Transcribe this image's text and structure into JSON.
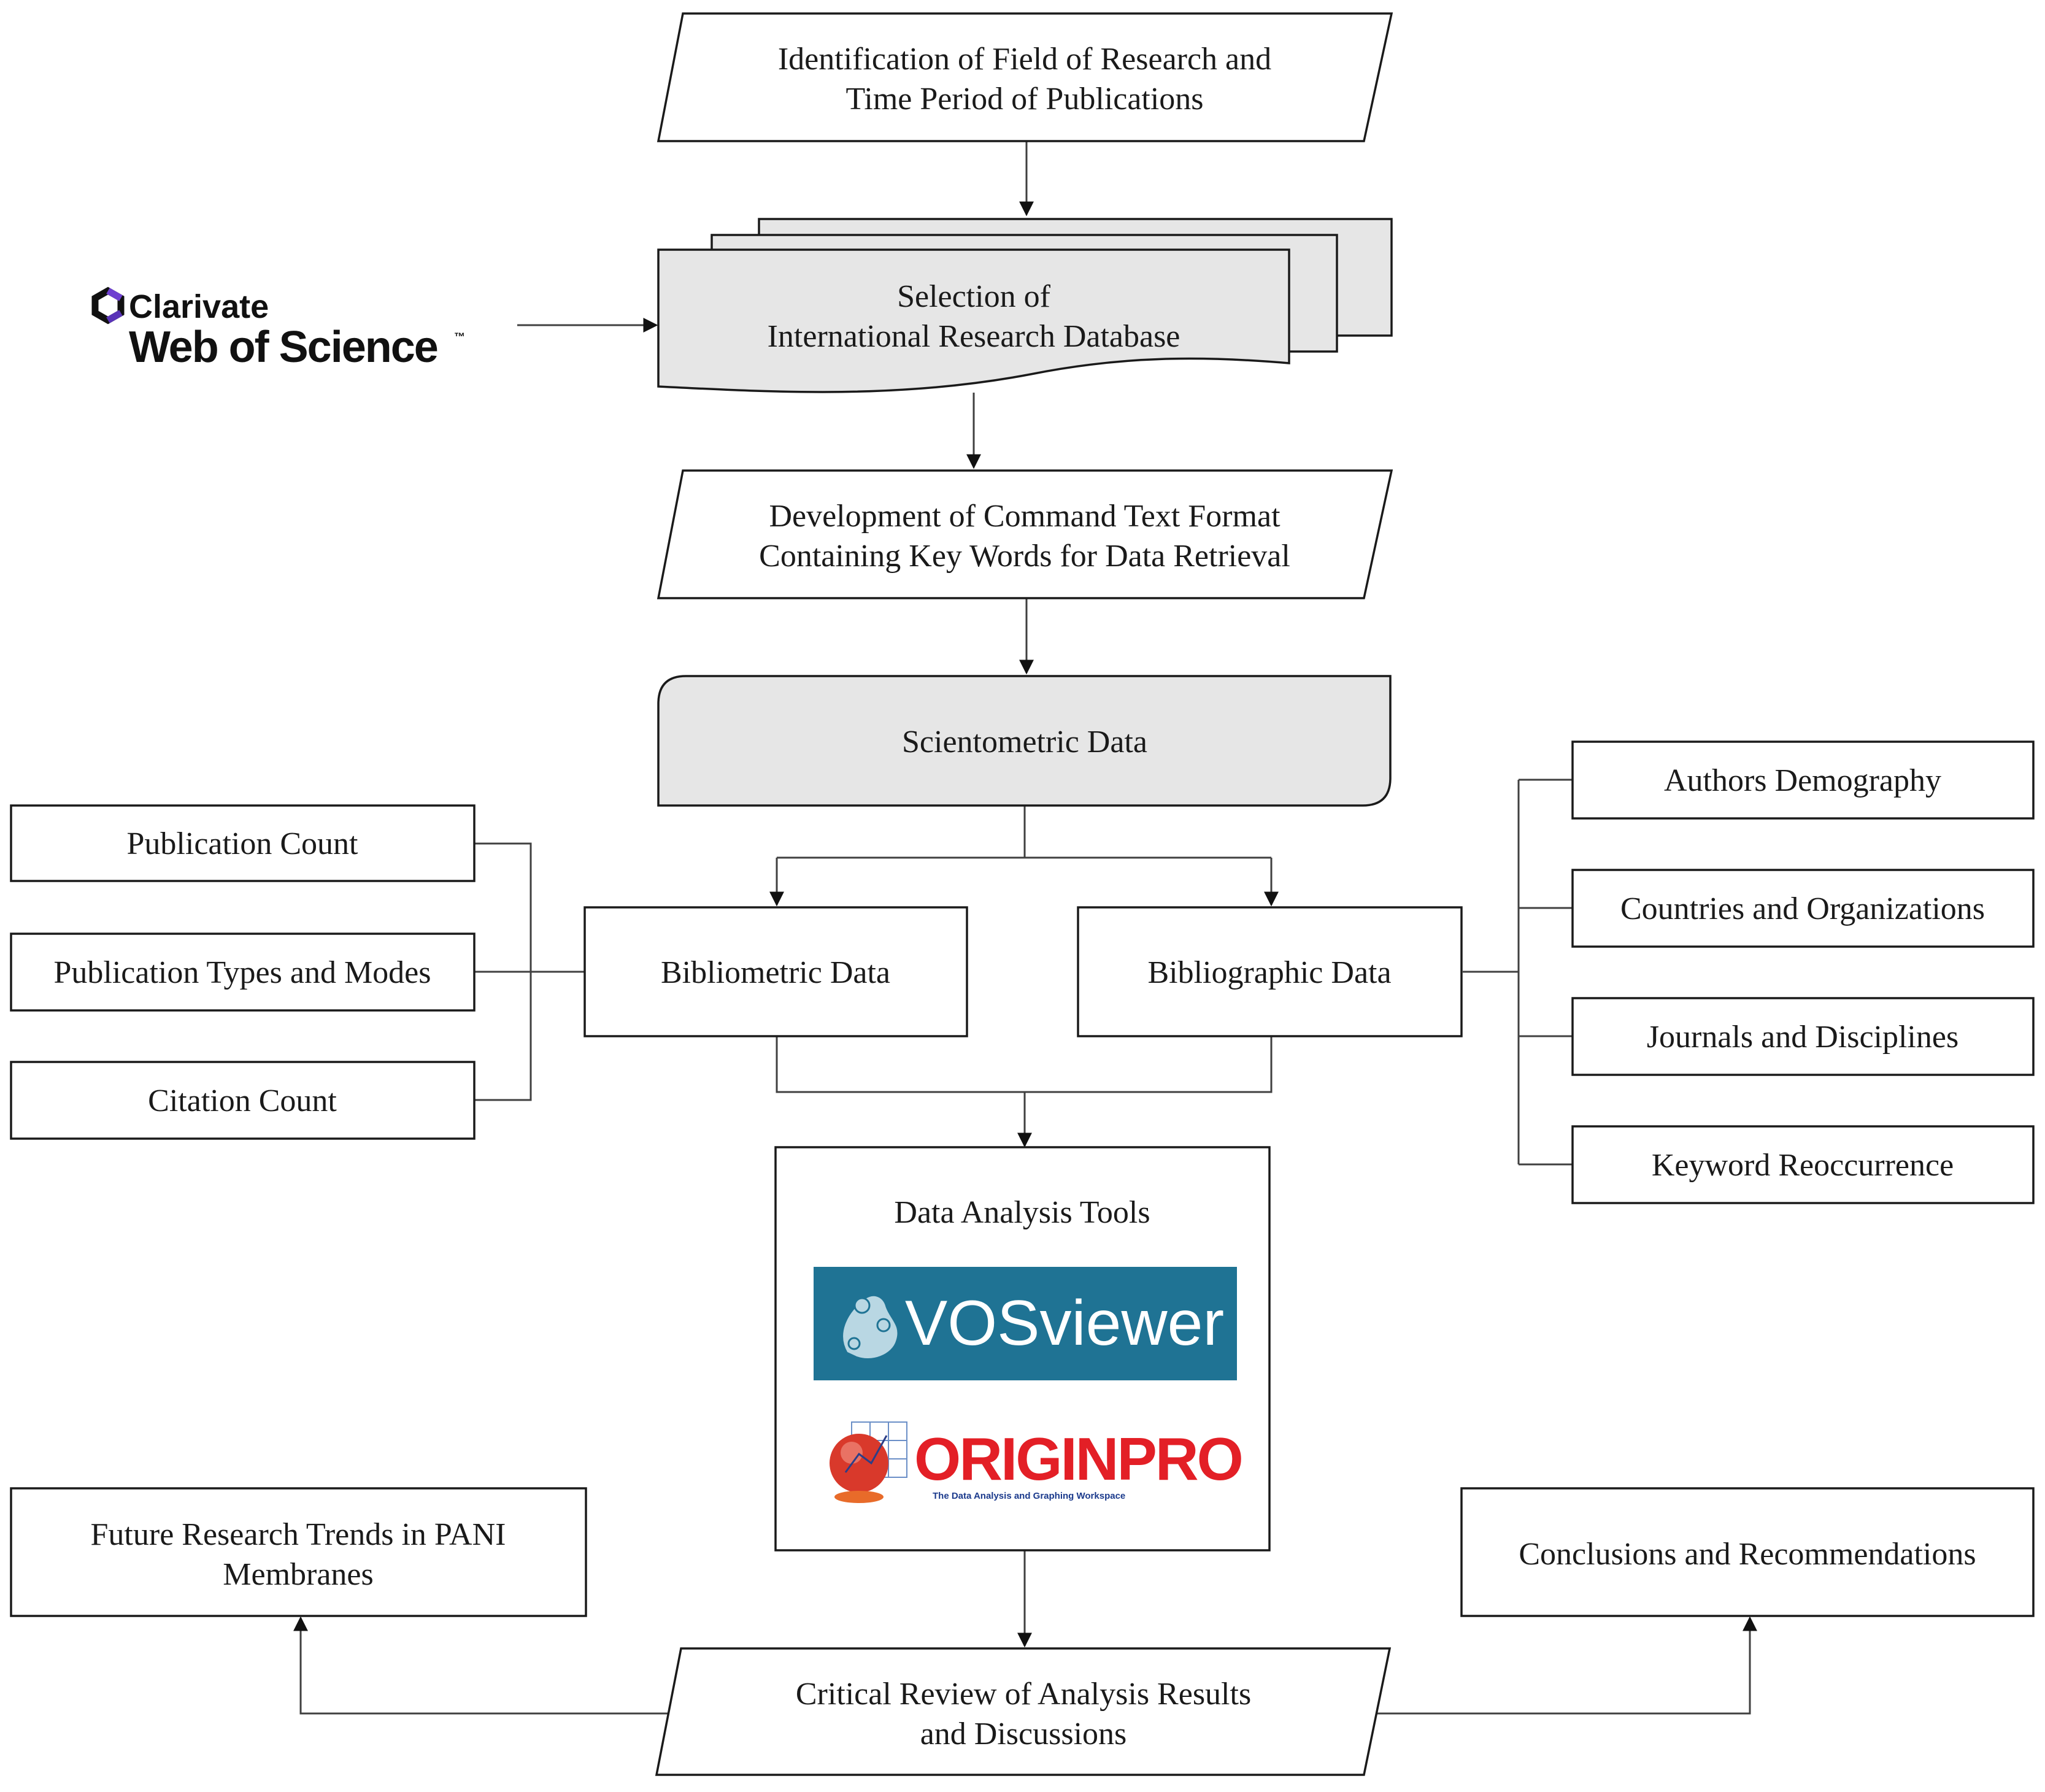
{
  "flowchart": {
    "identification": {
      "line1": "Identification  of Field of Research and",
      "line2": "Time Period of Publications"
    },
    "database_selection": {
      "line1": "Selection  of",
      "line2": "International Research Database"
    },
    "command_text": {
      "line1": "Development  of Command Text Format",
      "line2": "Containing Key Words for Data Retrieval"
    },
    "scientometric": {
      "label": "Scientometric Data"
    },
    "bibliometric": {
      "label": "Bibliometric  Data"
    },
    "bibliographic": {
      "label": "Bibliographic  Data"
    },
    "bibliometric_items": [
      "Publication Count",
      "Publication Types and Modes",
      "Citation Count"
    ],
    "bibliographic_items": [
      "Authors Demography",
      "Countries and Organizations",
      "Journals and Disciplines",
      "Keyword Reoccurrence"
    ],
    "analysis_tools": {
      "label": "Data Analysis Tools"
    },
    "critical_review": {
      "line1": "Critical  Review of Analysis Results",
      "line2": "and Discussions"
    },
    "future_trends": {
      "line1": "Future Research Trends in PANI",
      "line2": "Membranes"
    },
    "conclusions": {
      "label": "Conclusions and Recommendations"
    }
  },
  "logos": {
    "clarivate": {
      "brand": "Clarivate",
      "product": "Web of Science",
      "tm": "™"
    },
    "vosviewer": {
      "text": "VOSviewer",
      "bg": "#1f7394"
    },
    "originpro": {
      "text": "ORIGINPRO",
      "tagline": "The Data Analysis and Graphing Workspace",
      "color": "#e31f26"
    }
  },
  "colors": {
    "stroke": "#1a1a1a",
    "fill_gray": "#e6e6e6",
    "connector": "#404040"
  }
}
